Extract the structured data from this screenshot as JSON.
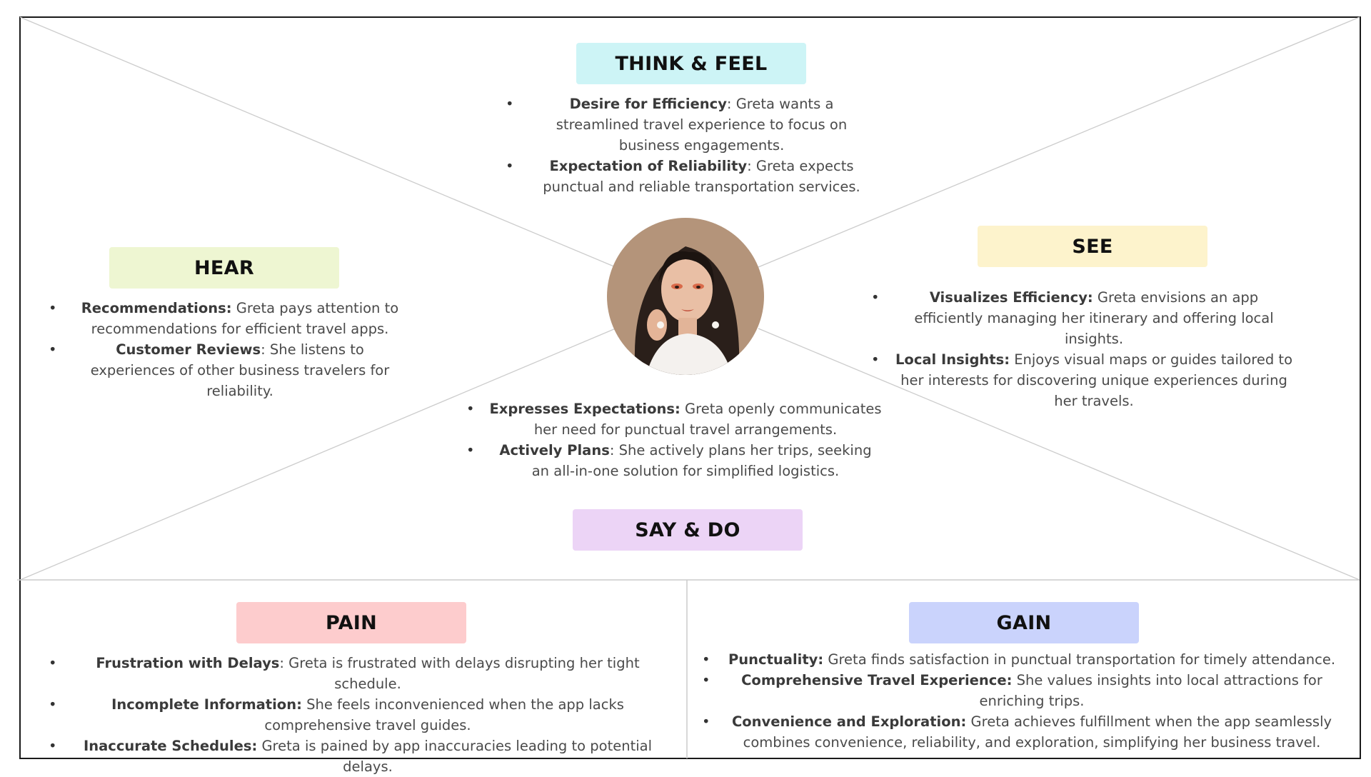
{
  "colors": {
    "think_feel_bg": "#cdf4f6",
    "see_bg": "#fdf3cc",
    "hear_bg": "#eef6d2",
    "say_do_bg": "#ecd4f6",
    "pain_bg": "#fdcccd",
    "gain_bg": "#cad3fc"
  },
  "think_feel": {
    "title": "THINK & FEEL",
    "items": [
      {
        "bold": "Desire for Efficiency",
        "text": ": Greta wants a streamlined travel experience to focus on business engagements."
      },
      {
        "bold": "Expectation of Reliability",
        "text": ": Greta expects punctual and reliable transportation services."
      }
    ]
  },
  "hear": {
    "title": "HEAR",
    "items": [
      {
        "bold": "Recommendations:",
        "text": " Greta pays attention to recommendations for efficient travel apps."
      },
      {
        "bold": "Customer Reviews",
        "text": ": She listens to experiences of other business travelers for reliability."
      }
    ]
  },
  "see": {
    "title": "SEE",
    "items": [
      {
        "bold": "Visualizes Efficiency:",
        "text": " Greta envisions an app efficiently managing her itinerary and offering local insights."
      },
      {
        "bold": "Local Insights:",
        "text": " Enjoys visual maps or guides tailored to her interests for discovering unique experiences during her travels."
      }
    ]
  },
  "say_do": {
    "title": "SAY & DO",
    "items": [
      {
        "bold": "Expresses Expectations:",
        "text": " Greta openly communicates her need for punctual travel arrangements."
      },
      {
        "bold": "Actively Plans",
        "text": ": She actively plans her trips, seeking an all-in-one solution for simplified logistics."
      }
    ]
  },
  "pain": {
    "title": "PAIN",
    "items": [
      {
        "bold": "Frustration with Delays",
        "text": ": Greta is frustrated with delays disrupting her tight schedule."
      },
      {
        "bold": "Incomplete Information:",
        "text": " She feels inconvenienced when the app lacks comprehensive travel guides."
      },
      {
        "bold": "Inaccurate Schedules:",
        "text": " Greta is pained by app inaccuracies leading to potential delays."
      }
    ]
  },
  "gain": {
    "title": "GAIN",
    "items": [
      {
        "bold": "Punctuality:",
        "text": " Greta finds satisfaction in punctual transportation for timely attendance."
      },
      {
        "bold": "Comprehensive Travel Experience:",
        "text": " She values insights into local attractions for enriching trips."
      },
      {
        "bold": "Convenience and Exploration:",
        "text": " Greta achieves fulfillment when the app seamlessly combines convenience, reliability, and exploration, simplifying her business travel."
      }
    ]
  },
  "persona": {
    "icon": "persona-portrait-icon"
  }
}
